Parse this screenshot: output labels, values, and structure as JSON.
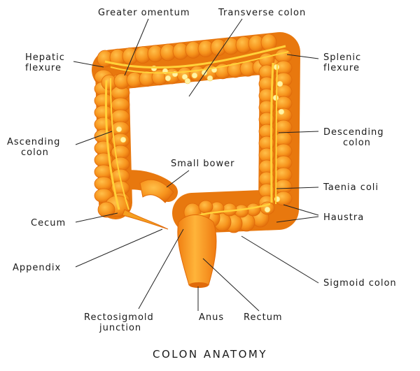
{
  "diagram": {
    "title": "COLON ANATOMY",
    "colors": {
      "colon_fill": "#F7941D",
      "colon_light": "#FFC04A",
      "colon_dark": "#E06A0A",
      "band": "#FFD23A",
      "fat": "#FFF3A6",
      "leader": "#222222"
    },
    "labels": {
      "greater_omentum": "Greater omentum",
      "transverse_colon": "Transverse colon",
      "hepatic_flexure_1": "Hepatic",
      "hepatic_flexure_2": "flexure",
      "splenic_flexure_1": "Splenic",
      "splenic_flexure_2": "flexure",
      "ascending_colon_1": "Ascending",
      "ascending_colon_2": "colon",
      "descending_colon_1": "Descending",
      "descending_colon_2": "colon",
      "small_bower": "Small bower",
      "taenia_coli": "Taenia coli",
      "cecum": "Cecum",
      "haustra": "Haustra",
      "appendix": "Appendix",
      "sigmoid_colon": "Sigmoid colon",
      "rectosigmoid_1": "Rectosigmold",
      "rectosigmoid_2": "junction",
      "anus": "Anus",
      "rectum": "Rectum"
    }
  }
}
